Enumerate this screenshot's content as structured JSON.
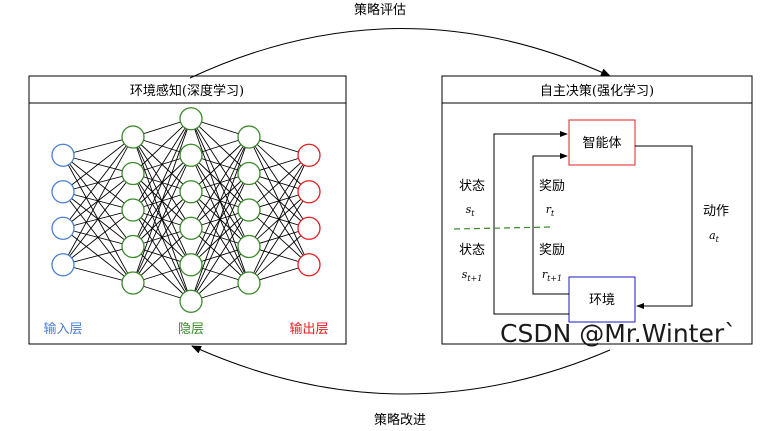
{
  "top_label": "策略评估",
  "bottom_label": "策略改进",
  "left_panel": {
    "title": "环境感知(深度学习)",
    "legend": {
      "input": "输入层",
      "hidden": "隐层",
      "output": "输出层"
    },
    "layer_sizes": [
      4,
      5,
      6,
      5,
      4
    ],
    "colors": {
      "input": "#4a7fd4",
      "hidden": "#3a8a2a",
      "output": "#e02020"
    }
  },
  "right_panel": {
    "title": "自主决策(强化学习)",
    "agent_label": "智能体",
    "env_label": "环境",
    "state_label": "状态",
    "state_sym": "s",
    "state_sub": "t",
    "state_next_label": "状态",
    "state_next_sym": "s",
    "state_next_sub": "t+1",
    "reward_label": "奖励",
    "reward_sym": "r",
    "reward_sub": "t",
    "reward_next_label": "奖励",
    "reward_next_sym": "r",
    "reward_next_sub": "t+1",
    "action_label": "动作",
    "action_sym": "a",
    "action_sub": "t",
    "colors": {
      "agent": "#e02020",
      "env": "#1a1ac8",
      "divider": "#3a8a2a"
    }
  },
  "watermark": "CSDN @Mr.Winter`"
}
